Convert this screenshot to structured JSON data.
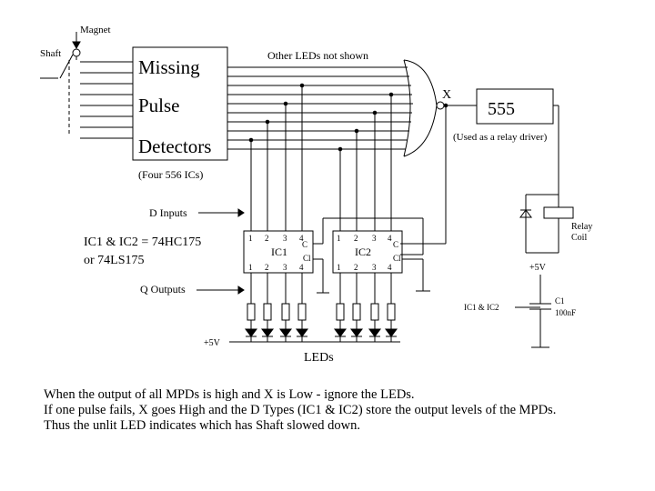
{
  "labels": {
    "magnet": "Magnet",
    "shaft": "Shaft",
    "other_leds": "Other LEDs not shown",
    "x_node": "X",
    "mpd_line1": "Missing",
    "mpd_line2": "Pulse",
    "mpd_line3": "Detectors",
    "mpd_note": "(Four 556 ICs)",
    "timer": "555",
    "timer_note": "(Used as a relay driver)",
    "d_inputs": "D Inputs",
    "q_outputs": "Q Outputs",
    "ic_types_line1": "IC1 & IC2  =  74HC175",
    "ic_types_line2": "or 74LS175",
    "ic1": "IC1",
    "ic2": "IC2",
    "pin_c": "C",
    "pin_c1": "Cl",
    "relay_line1": "Relay",
    "relay_line2": "Coil",
    "supply_right": "+5V",
    "supply_left": "+5V",
    "decoupling_ic": "IC1 & IC2",
    "cap_name": "C1",
    "cap_value": "100nF",
    "leds": "LEDs"
  },
  "pins": [
    "1",
    "2",
    "3",
    "4"
  ],
  "description": [
    "When the output of all MPDs is high and X is Low - ignore the LEDs.",
    "If one pulse fails, X goes High and the D Types (IC1 & IC2) store the output levels of the MPDs.",
    "Thus the unlit LED indicates which has Shaft slowed down."
  ]
}
